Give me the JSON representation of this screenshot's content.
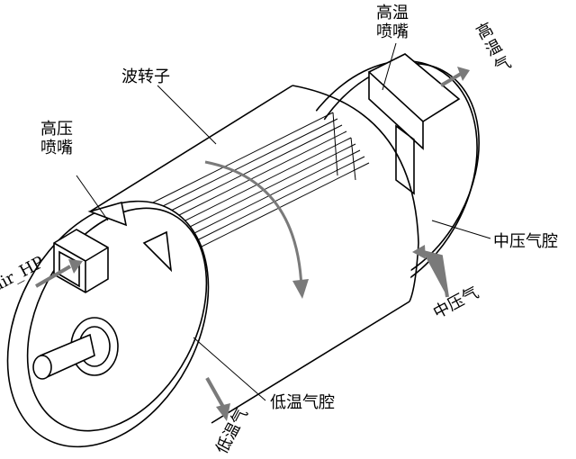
{
  "title": "Wave rotor schematic",
  "labels": {
    "hot_nozzle": "高温喷嘴",
    "hot_gas": "高温气",
    "wave_rotor": "波转子",
    "hp_nozzle": "高压喷嘴",
    "air_hp": "air_HP",
    "mid_chamber": "中压气腔",
    "mid_gas": "中压气",
    "low_chamber": "低温气腔",
    "low_gas": "低温气"
  },
  "colors": {
    "line": "#000000",
    "arrow": "#7a7a7a"
  }
}
